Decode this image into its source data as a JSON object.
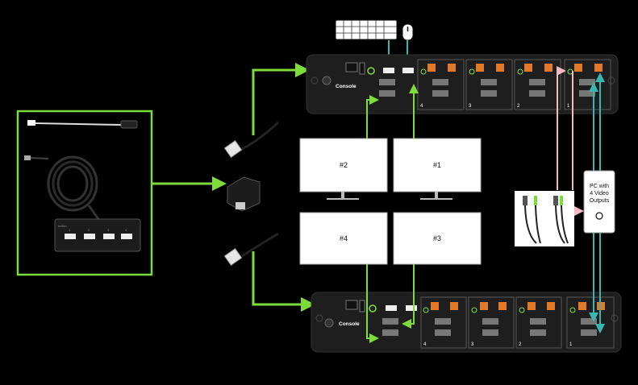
{
  "monitors": [
    {
      "id": "m2",
      "label": "#2"
    },
    {
      "id": "m1",
      "label": "#1"
    },
    {
      "id": "m4",
      "label": "#4"
    },
    {
      "id": "m3",
      "label": "#3"
    }
  ],
  "switches": {
    "top": {
      "console_label": "Console",
      "port_numbers": [
        "4",
        "3",
        "2",
        "1"
      ]
    },
    "bottom": {
      "console_label": "Console",
      "port_numbers": [
        "4",
        "3",
        "2",
        "1"
      ]
    }
  },
  "pc": {
    "label_line1": "PC with",
    "label_line2": "4 Video",
    "label_line3": "Outputs"
  },
  "hub": {
    "brand": "belkin",
    "port_numbers": [
      "1",
      "2",
      "3",
      "4"
    ]
  },
  "colors": {
    "green": "#7ddc3c",
    "teal": "#3ab5b0",
    "pink": "#f3b9c4",
    "chassis": "#1e1e1e",
    "orange_port": "#e07a2a"
  }
}
